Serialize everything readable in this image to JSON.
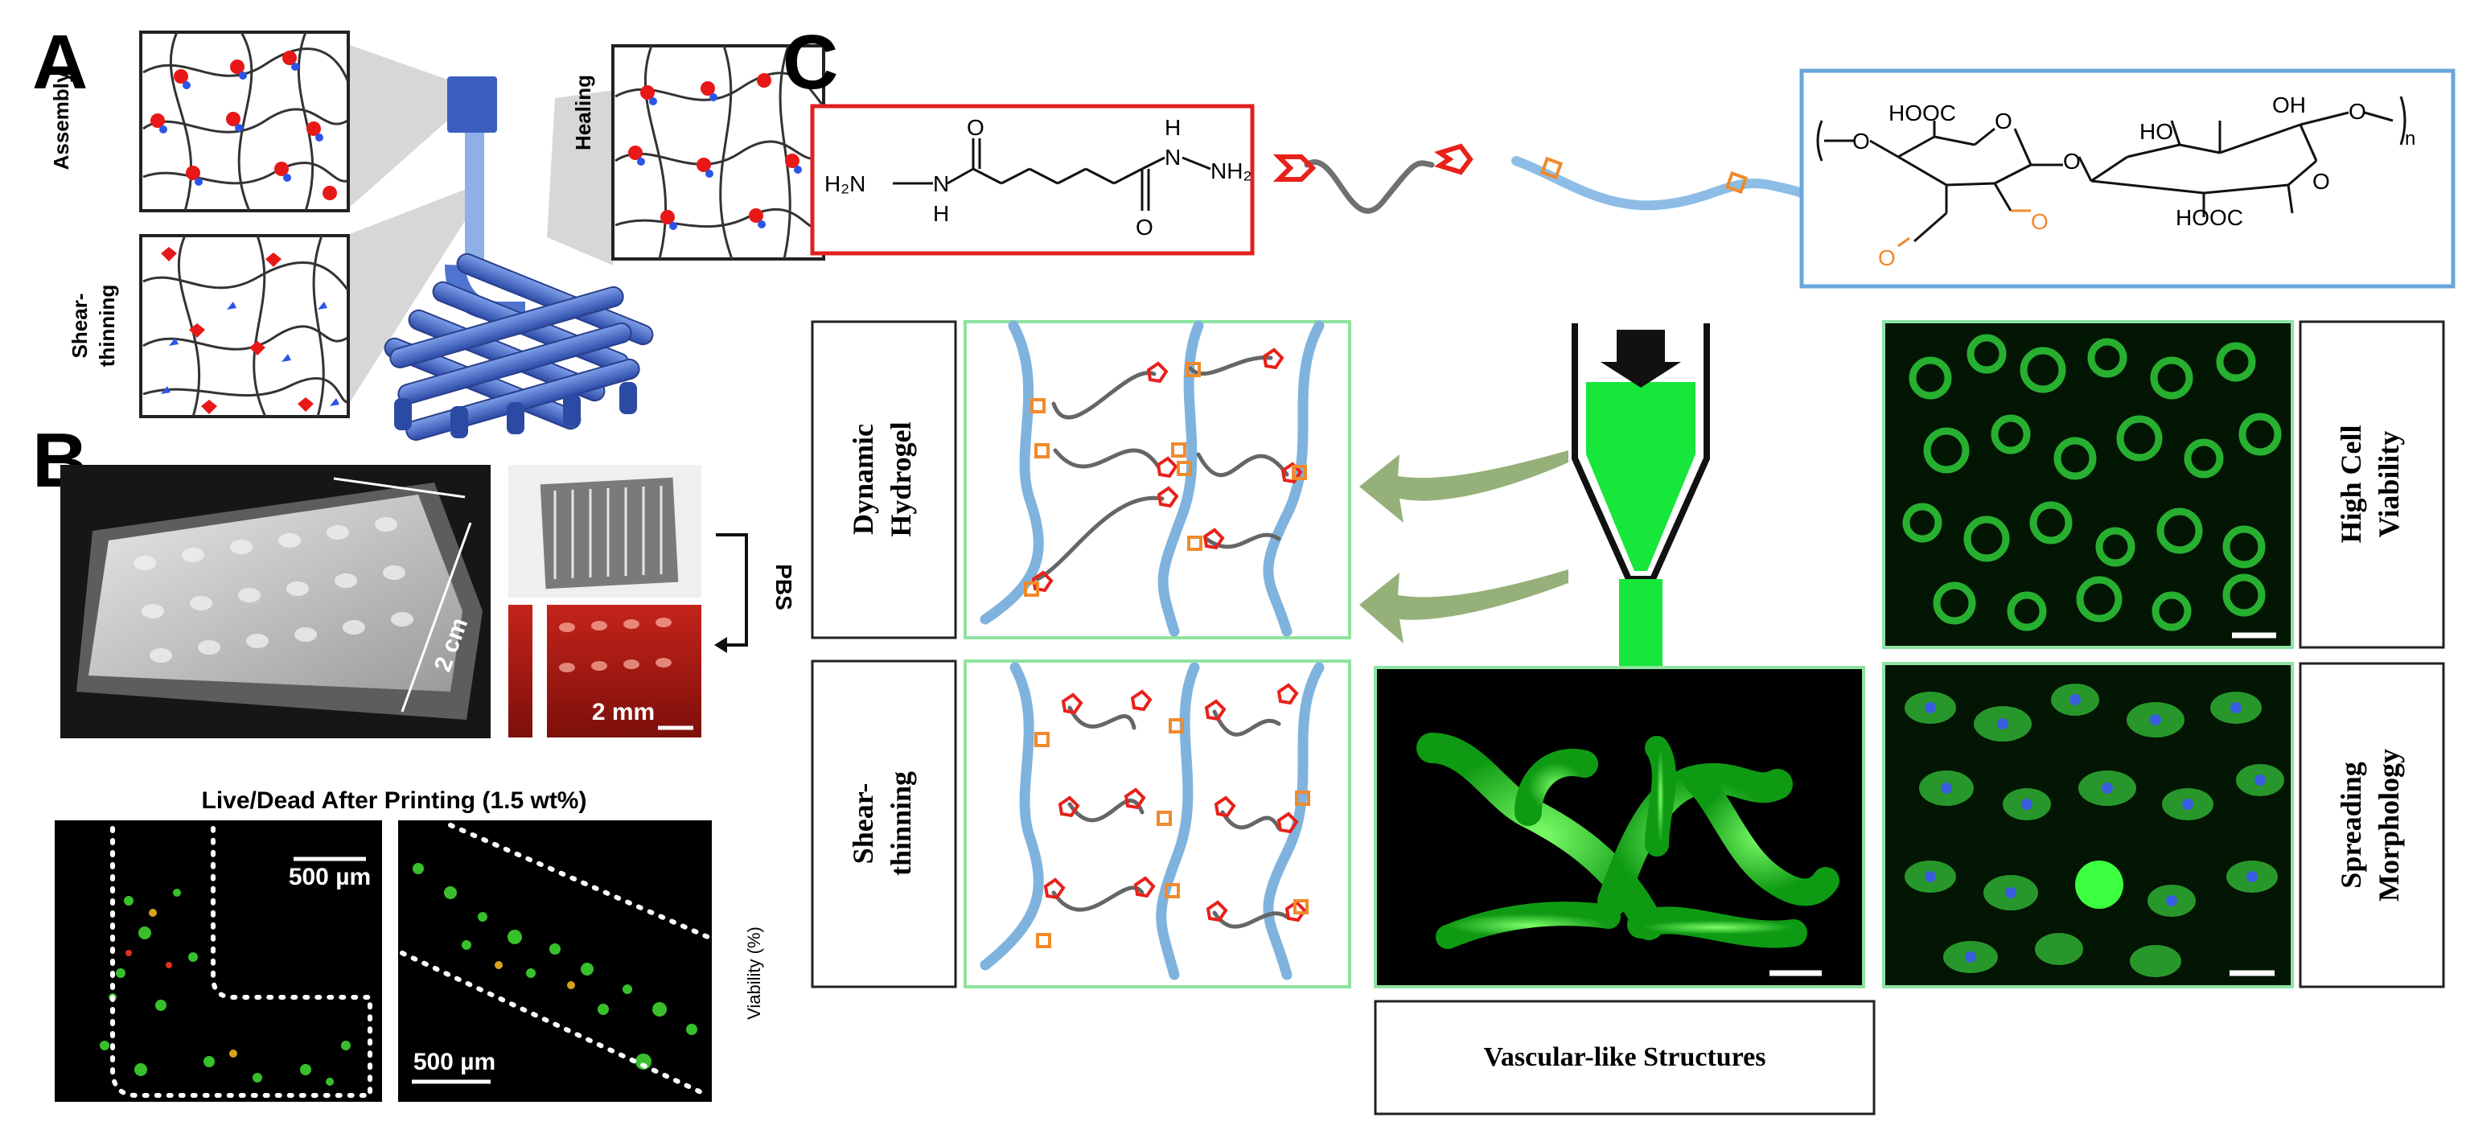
{
  "panel_a": {
    "letter": "A",
    "label_assembly": "Assembly",
    "label_healing": "Healing",
    "label_shear_1": "Shear-",
    "label_shear_2": "thinning"
  },
  "panel_b": {
    "letter": "B",
    "dim_label": "2 cm",
    "pbs_label": "PBS",
    "scale_label": "2 mm",
    "live_dead_title": "Live/Dead After Printing (1.5 wt%)",
    "scale_500_left": "500 µm",
    "scale_500_right": "500 µm",
    "viability_axis": "Viability (%)"
  },
  "panel_c": {
    "letter": "C",
    "adh_formula": {
      "h2n": "H₂N",
      "n_left": "N",
      "h_left": "H",
      "o_top": "O",
      "o_bottom": "O",
      "h_right": "H",
      "n_right": "N",
      "nh2": "NH₂"
    },
    "alginate": {
      "hooc_1": "HOOC",
      "o_ring_1": "O",
      "ho": "HO",
      "oh": "OH",
      "o_end": "O",
      "subscript_n": "n",
      "o_link": "O",
      "o_left": "O",
      "aldehyde_o_1": "O",
      "aldehyde_o_2": "O",
      "hooc_2": "HOOC",
      "o_ring_2": "O"
    },
    "label_dynamic_1": "Dynamic",
    "label_dynamic_2": "Hydrogel",
    "label_shear_1": "Shear-",
    "label_shear_2": "thinning",
    "label_high_1": "High Cell",
    "label_high_2": "Viability",
    "label_spread_1": "Spreading",
    "label_spread_2": "Morphology",
    "label_vascular": "Vascular-like Structures"
  },
  "colors": {
    "alginate_blue": "#7fb3de",
    "adh_grey": "#707070",
    "hydrazide_red": "#e8211a",
    "aldehyde_orange": "#f08a2c",
    "box_red": "#e02020",
    "box_blue": "#6aa6dc",
    "box_green": "#8ee3a0",
    "gel_green": "#17e63a",
    "arrow_green": "#8aa86a",
    "nozzle_blue": "#3a5fbe"
  }
}
